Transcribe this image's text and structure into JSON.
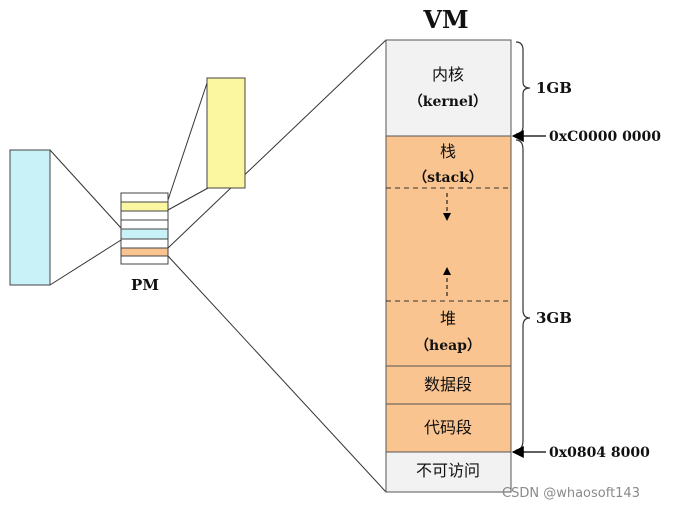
{
  "vm_title": "VM",
  "pm_label": "PM",
  "segments": {
    "kernel": {
      "name": "内核",
      "sub": "（kernel）"
    },
    "stack": {
      "name": "栈",
      "sub": "（stack）"
    },
    "heap": {
      "name": "堆",
      "sub": "（heap）"
    },
    "data": {
      "name": "数据段"
    },
    "code": {
      "name": "代码段"
    },
    "noaccess": {
      "name": "不可访问"
    }
  },
  "sizes": {
    "kernel": "1GB",
    "user": "3GB"
  },
  "addresses": {
    "kernel_start": "0xC0000 0000",
    "code_start": "0x0804 8000"
  },
  "watermark": "CSDN @whaosoft143",
  "colors": {
    "kernel": "#f2f2f2",
    "user": "#f9c48f",
    "noaccess": "#f2f2f2",
    "pm_yellow": "#fbf6a0",
    "pm_cyan": "#c8f2f8",
    "pm_orange": "#f9c48f"
  }
}
